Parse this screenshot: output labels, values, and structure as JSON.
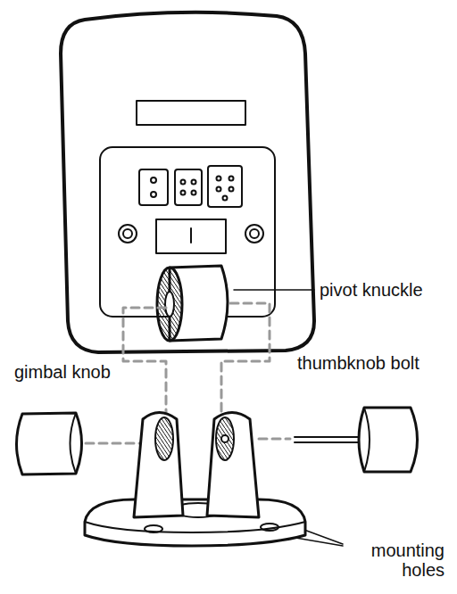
{
  "diagram": {
    "labels": [
      "pivot knuckle",
      "gimbal knob",
      "thumbknob bolt",
      "mounting holes"
    ]
  }
}
